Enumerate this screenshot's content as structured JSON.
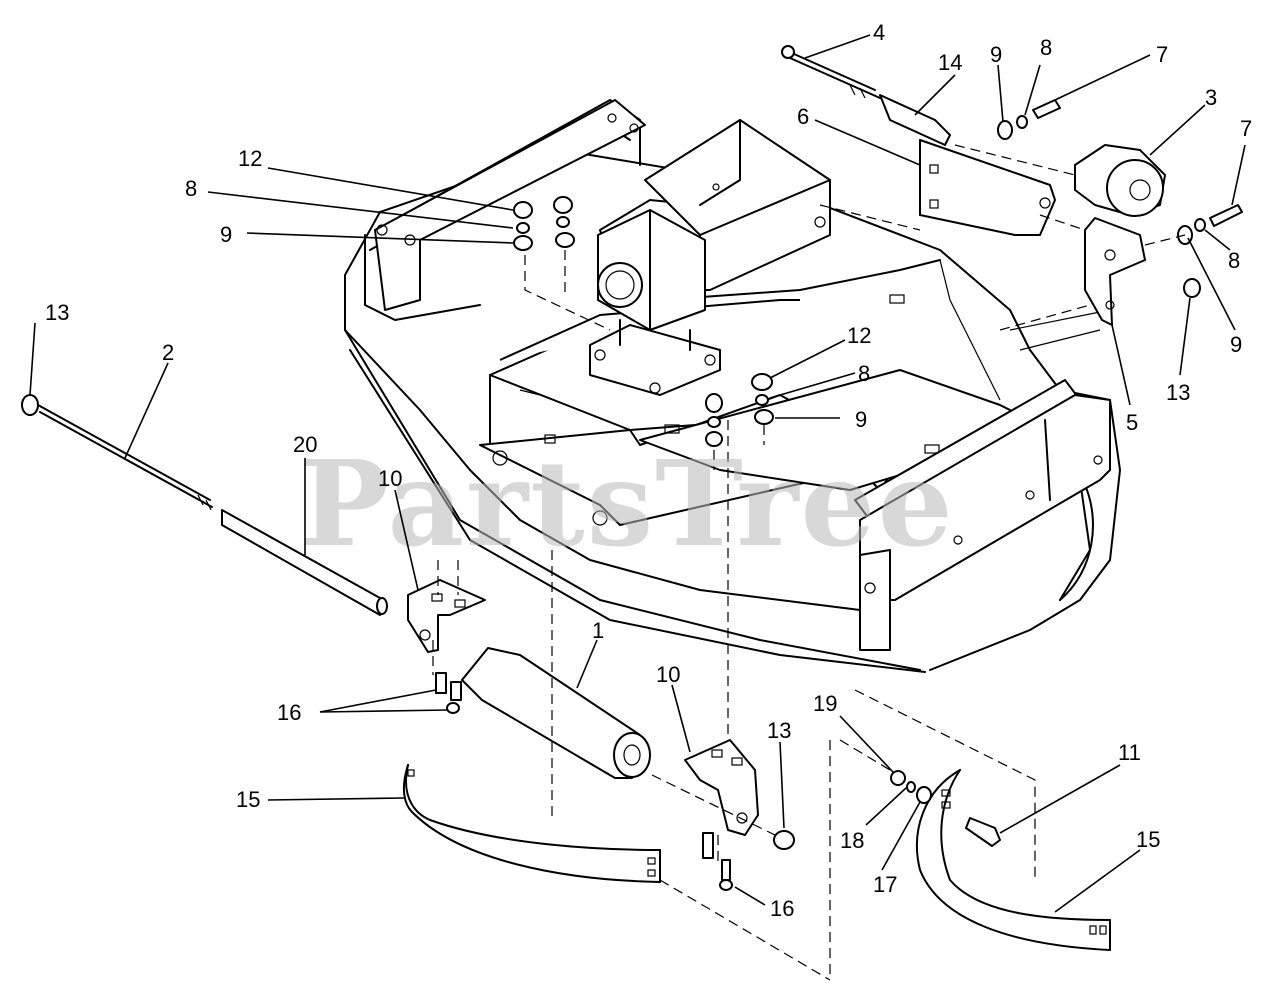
{
  "watermark": "PartsTree",
  "callouts": [
    {
      "id": "c4",
      "text": "4"
    },
    {
      "id": "c14",
      "text": "14"
    },
    {
      "id": "c9a",
      "text": "9"
    },
    {
      "id": "c8a",
      "text": "8"
    },
    {
      "id": "c7a",
      "text": "7"
    },
    {
      "id": "c3",
      "text": "3"
    },
    {
      "id": "c6",
      "text": "6"
    },
    {
      "id": "c7b",
      "text": "7"
    },
    {
      "id": "c8b",
      "text": "8"
    },
    {
      "id": "c9b",
      "text": "9"
    },
    {
      "id": "c13a",
      "text": "13"
    },
    {
      "id": "c5",
      "text": "5"
    },
    {
      "id": "c12a",
      "text": "12"
    },
    {
      "id": "c8c",
      "text": "8"
    },
    {
      "id": "c9c",
      "text": "9"
    },
    {
      "id": "c12b",
      "text": "12"
    },
    {
      "id": "c8d",
      "text": "8"
    },
    {
      "id": "c9d",
      "text": "9"
    },
    {
      "id": "c13b",
      "text": "13"
    },
    {
      "id": "c2",
      "text": "2"
    },
    {
      "id": "c20",
      "text": "20"
    },
    {
      "id": "c10a",
      "text": "10"
    },
    {
      "id": "c1",
      "text": "1"
    },
    {
      "id": "c16a",
      "text": "16"
    },
    {
      "id": "c15a",
      "text": "15"
    },
    {
      "id": "c10b",
      "text": "10"
    },
    {
      "id": "c13c",
      "text": "13"
    },
    {
      "id": "c16b",
      "text": "16"
    },
    {
      "id": "c19",
      "text": "19"
    },
    {
      "id": "c18",
      "text": "18"
    },
    {
      "id": "c17",
      "text": "17"
    },
    {
      "id": "c11",
      "text": "11"
    },
    {
      "id": "c15b",
      "text": "15"
    }
  ]
}
